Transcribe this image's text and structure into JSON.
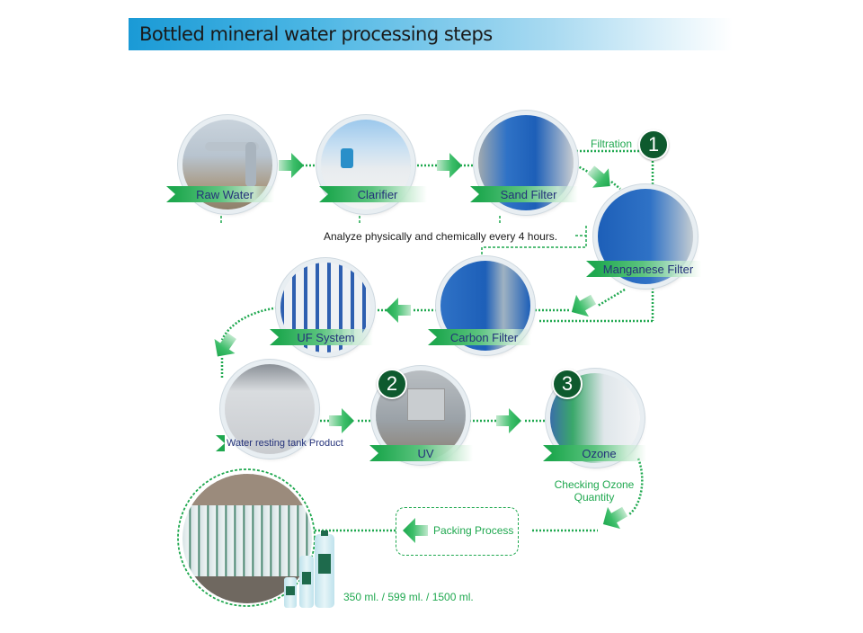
{
  "title": "Bottled mineral water processing steps",
  "colors": {
    "accent_green": "#1fa84f",
    "badge_green": "#0e5a2e",
    "label_blue": "#24327a",
    "title_blue": "#1a9ad6"
  },
  "stations": [
    {
      "id": "raw-water",
      "label": "Raw Water"
    },
    {
      "id": "clarifier",
      "label": "Clarifier"
    },
    {
      "id": "sand-filter",
      "label": "Sand Filter"
    },
    {
      "id": "manganese-filter",
      "label": "Manganese Filter"
    },
    {
      "id": "carbon-filter",
      "label": "Carbon Filter"
    },
    {
      "id": "uf-system",
      "label": "UF System"
    },
    {
      "id": "water-resting-tank",
      "label": "Water resting tank Product"
    },
    {
      "id": "uv",
      "label": "UV"
    },
    {
      "id": "ozone",
      "label": "Ozone"
    }
  ],
  "badges": {
    "one": "1",
    "two": "2",
    "three": "3"
  },
  "annotations": {
    "filtration": "Filtration",
    "analyze": "Analyze physically and chemically every 4 hours.",
    "checking_ozone_line1": "Checking Ozone",
    "checking_ozone_line2": "Quantity",
    "packing": "Packing Process",
    "bottle_sizes": "350 ml. / 599 ml. / 1500 ml."
  }
}
